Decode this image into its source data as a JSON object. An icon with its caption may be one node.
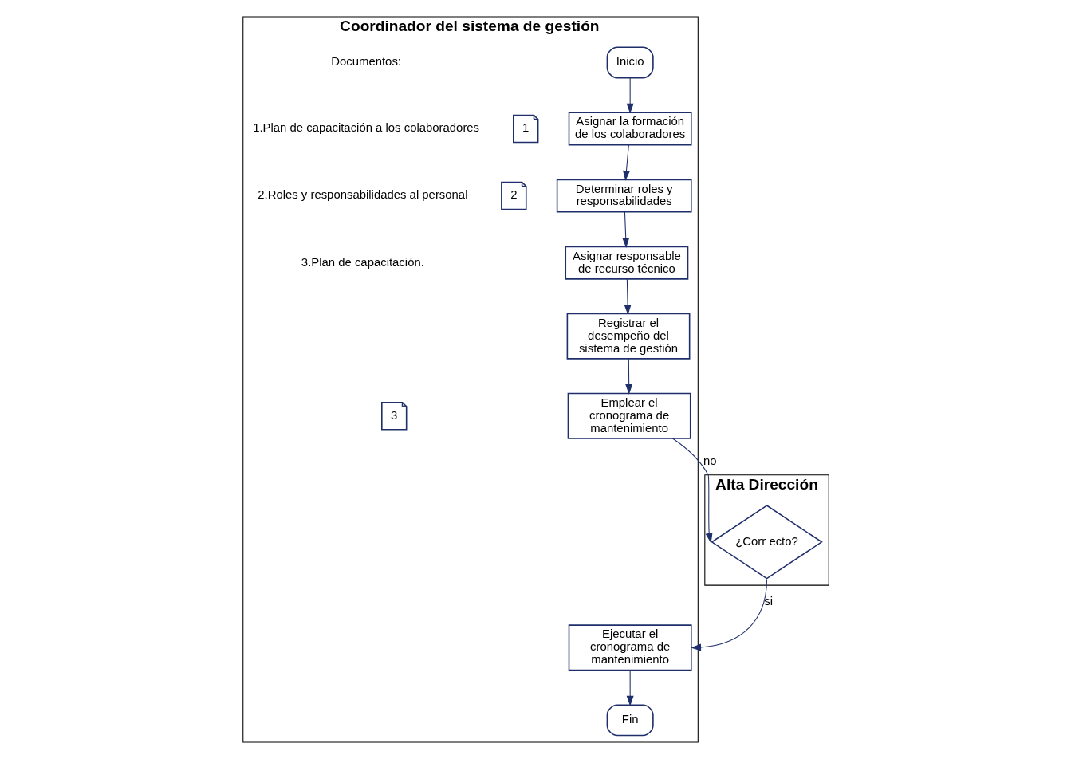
{
  "diagram": {
    "nodes": [
      {
        "text": [
          "Coordinador del sistema de gestión"
        ]
      },
      {
        "text": [
          "Alta Dirección"
        ]
      },
      {
        "text": [
          "Inicio"
        ],
        "in": 0
      },
      {
        "text": [
          "Asignar la formación de los colaboradores"
        ],
        "in": 0
      },
      {
        "text": [
          "1"
        ],
        "in": 0
      },
      {
        "text": [
          "Determinar roles y responsabilidades"
        ],
        "in": 0
      },
      {
        "text": [
          "2"
        ],
        "in": 0
      },
      {
        "text": [
          "Asignar responsable de recurso técnico"
        ],
        "in": 0
      },
      {
        "text": [
          "Registrar el desempeño del sistema de gestión"
        ],
        "in": 0
      },
      {
        "text": [
          "Emplear el cronograma de mantenimiento"
        ],
        "in": 0
      },
      {
        "text": [
          "3"
        ],
        "in": 0
      },
      {
        "text": [
          "¿Corr ecto?"
        ],
        "in": 1
      },
      {
        "text": [
          "Ejecutar el cronograma de mantenimiento"
        ],
        "in": 0
      },
      {
        "text": [
          "Fin"
        ],
        "in": 0
      }
    ],
    "edges": [
      {
        "from": 2,
        "to": 3,
        "arrow": "to"
      },
      {
        "from": 3,
        "to": 5,
        "arrow": "to"
      },
      {
        "from": 5,
        "to": 7,
        "arrow": "to"
      },
      {
        "from": 7,
        "to": 8,
        "arrow": "to"
      },
      {
        "from": 8,
        "to": 9,
        "arrow": "to"
      },
      {
        "from": 9,
        "to": 11,
        "arrow": "to",
        "label": "no"
      },
      {
        "from": 11,
        "to": 12,
        "arrow": "to",
        "label": "si"
      },
      {
        "from": 12,
        "to": 13,
        "arrow": "to"
      }
    ],
    "labels": [
      "Documentos:",
      "1.Plan de capacitación a los colaboradores",
      "2.Roles y responsabilidades al personal",
      "3.Plan de capacitación."
    ]
  }
}
